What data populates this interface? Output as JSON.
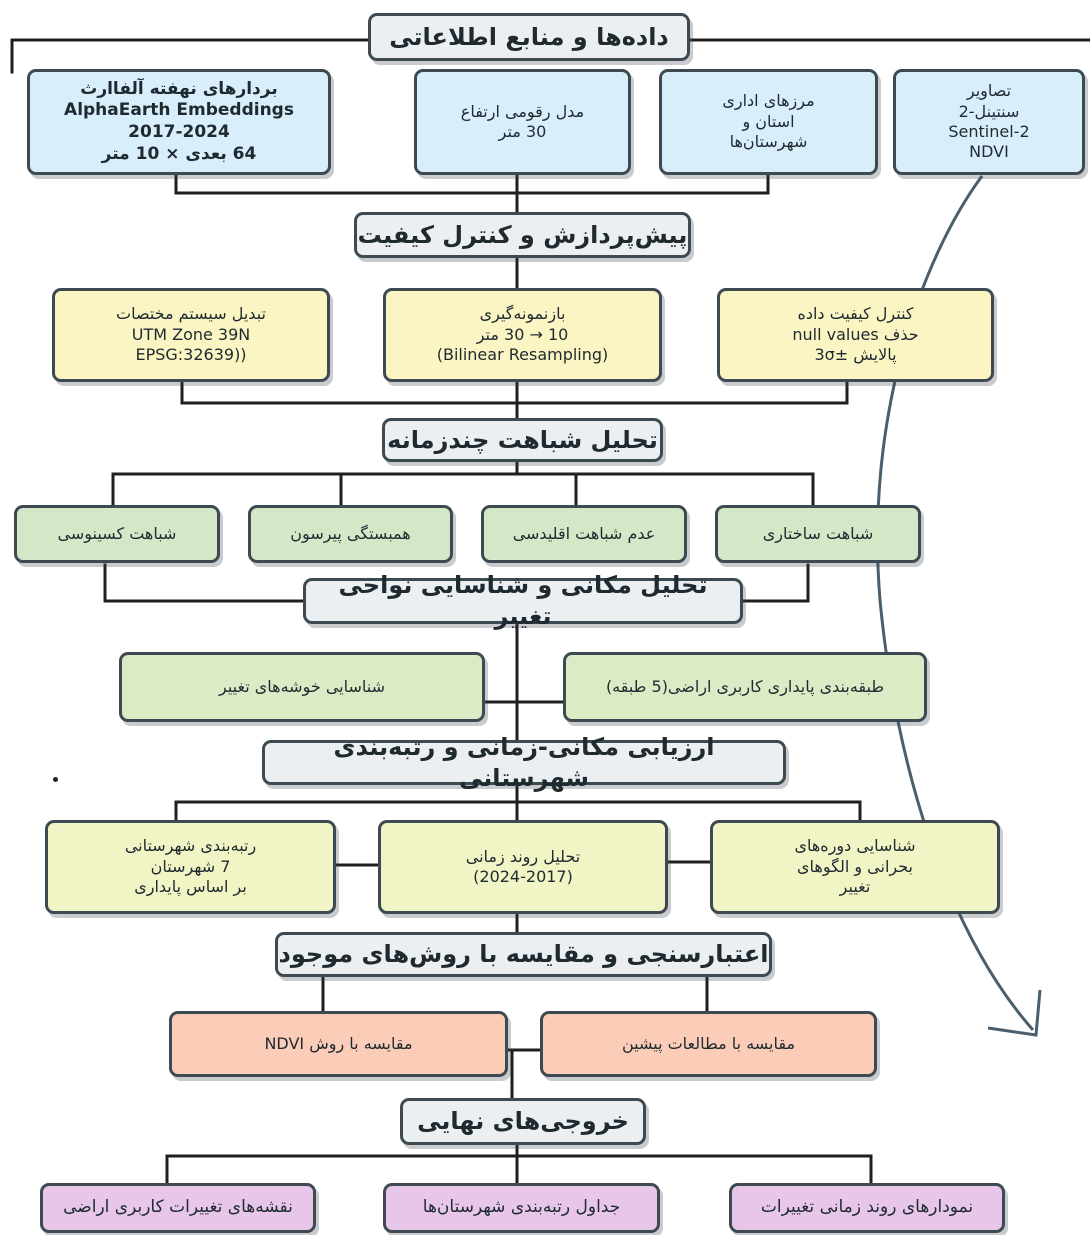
{
  "colors": {
    "line": "#1f1f1f",
    "border": "#3d4a52",
    "arrow": "#4a5e6c",
    "header_fill": "#eceff2",
    "data_fill": "#d9eefb",
    "preprocess_fill": "#fbf5c4",
    "similarity_fill": "#d4e8c8",
    "spatial_fill": "#dcebc6",
    "ranking_fill": "#f1f4c4",
    "validation_fill": "#fbcdb8",
    "output_fill": "#e7c6ea"
  },
  "stages": {
    "data_sources": {
      "title": "داده‌ها و منابع اطلاعاتی",
      "items": [
        "بردارهای نهفته آلفاارث\nAlphaEarth Embeddings\n2017-2024\n64 بعدی × 10 متر",
        "مدل رقومی ارتفاع\n30 متر",
        "مرزهای اداری\nاستان و\nشهرستان‌ها",
        "تصاویر\nسنتینل-2\nSentinel-2\nNDVI"
      ]
    },
    "preprocessing": {
      "title": "پیش‌پردازش و کنترل کیفیت",
      "items": [
        "تبدیل سیستم مختصات\nUTM Zone 39N\n((EPSG:32639",
        "بازنمونه‌گیری\n10 → 30 متر\n(Bilinear Resampling)",
        "کنترل کیفیت داده\nحذف null values\nپالایش    ±3σ"
      ]
    },
    "similarity": {
      "title": "تحلیل شباهت چندزمانه",
      "items": [
        "شباهت کسینوسی",
        "همبستگی پیرسون",
        "عدم شباهت اقلیدسی",
        "شباهت ساختاری"
      ]
    },
    "spatial": {
      "title": "تحلیل مکانی و شناسایی نواحی تغییر",
      "items": [
        "شناسایی خوشه‌های تغییر",
        "طبقه‌بندی پایداری کاربری اراضی(5 طبقه)"
      ]
    },
    "ranking": {
      "title": "ارزیابی مکانی-زمانی و رتبه‌بندی شهرستانی",
      "items": [
        "رتبه‌بندی شهرستانی\n7 شهرستان\nبر اساس پایداری",
        "تحلیل روند زمانی\n(2024-2017)",
        "شناسایی دوره‌های\nبحرانی و الگوهای\nتغییر"
      ]
    },
    "validation": {
      "title": "اعتبارسنجی و مقایسه با روش‌های موجود",
      "items": [
        "مقایسه با روش NDVI",
        "مقایسه با مطالعات پیشین"
      ]
    },
    "outputs": {
      "title": "خروجی‌های نهایی",
      "items": [
        "نقشه‌های تغییرات کاربری اراضی",
        "جداول رتبه‌بندی شهرستان‌ها",
        "نمودارهای روند زمانی تغییرات"
      ]
    }
  }
}
